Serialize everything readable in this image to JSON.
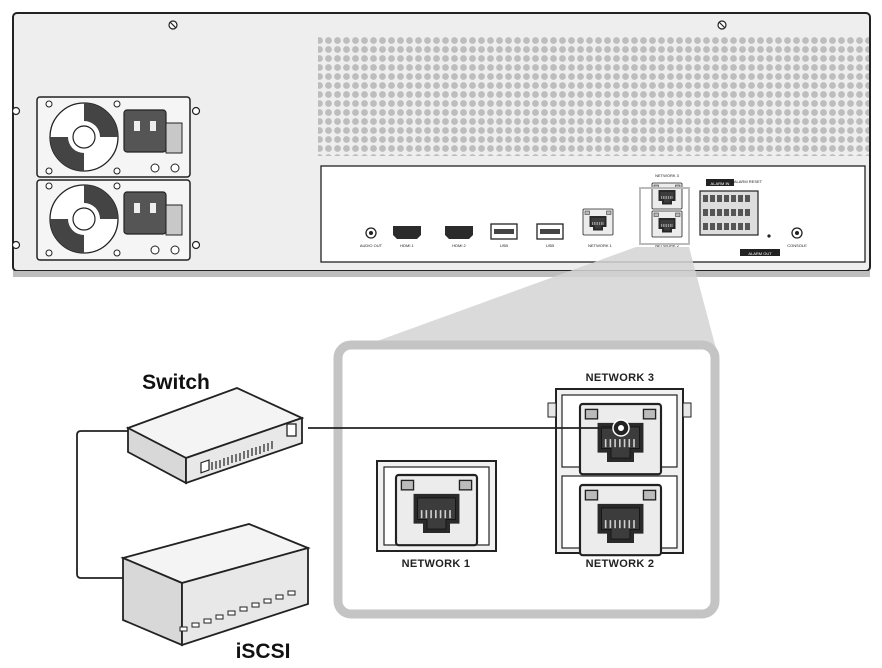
{
  "rear_panel": {
    "ports": {
      "audio_out": "AUDIO OUT",
      "hdmi1": "HDMI 1",
      "hdmi2": "HDMI 2",
      "usb1": "USB",
      "usb2": "USB",
      "network1": "NETWORK 1",
      "network2": "NETWORK 2",
      "network3": "NETWORK 3",
      "alarm_in": "ALARM IN",
      "alarm_reset": "ALARM RESET",
      "alarm_out": "ALARM OUT",
      "console": "CONSOLE"
    }
  },
  "callout": {
    "network1": "NETWORK 1",
    "network2": "NETWORK 2",
    "network3": "NETWORK 3"
  },
  "devices": {
    "switch": "Switch",
    "iscsi": "iSCSI"
  },
  "colors": {
    "outline": "#222222",
    "panel_fill": "#f2f2f2",
    "callout_gray": "#c4c4c4",
    "dot_gray": "#bdbdbd"
  }
}
